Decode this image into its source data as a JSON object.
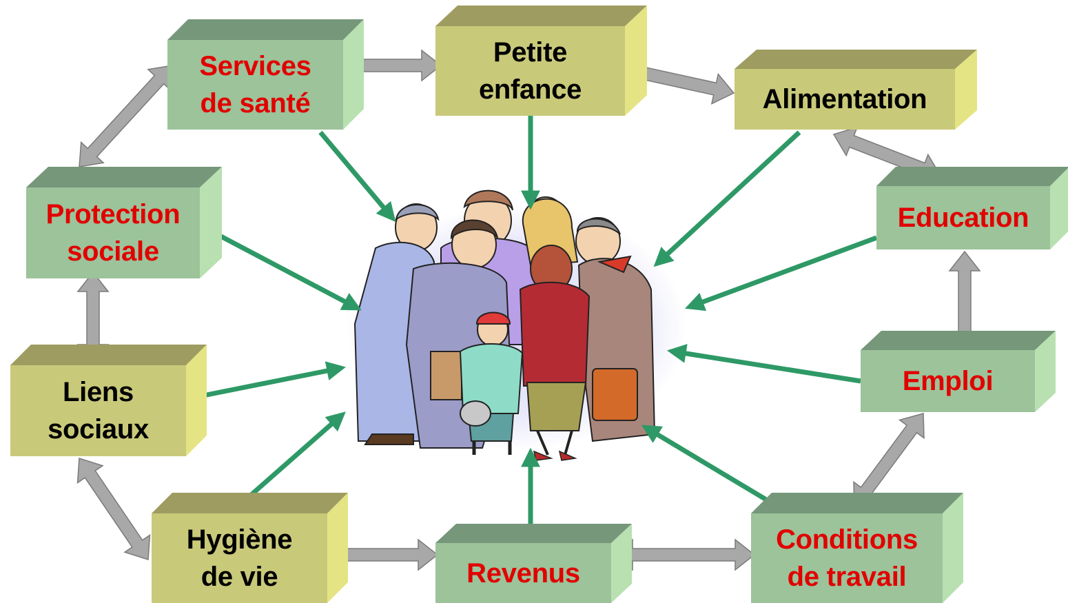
{
  "colors": {
    "olive_front": "#c9c97a",
    "olive_top": "#9e9c60",
    "olive_side": "#e5e484",
    "green_front": "#9cc39a",
    "green_top": "#76977a",
    "green_side": "#b8e0b0",
    "text_red": "#e10000",
    "text_black": "#000000",
    "influence_arrow": "#2e9966",
    "link_arrow": "#a8a8a8",
    "link_arrow_edge": "#7a7a7a"
  },
  "nodes": {
    "services_sante": {
      "lines": [
        "Services",
        "de santé"
      ],
      "text": "red",
      "theme": "green"
    },
    "petite_enfance": {
      "lines": [
        "Petite",
        "enfance"
      ],
      "text": "black",
      "theme": "olive"
    },
    "alimentation": {
      "lines": [
        "Alimentation"
      ],
      "text": "black",
      "theme": "olive"
    },
    "protection_sociale": {
      "lines": [
        "Protection",
        "sociale"
      ],
      "text": "red",
      "theme": "green"
    },
    "education": {
      "lines": [
        "Education"
      ],
      "text": "red",
      "theme": "green"
    },
    "liens_sociaux": {
      "lines": [
        "Liens",
        "sociaux"
      ],
      "text": "black",
      "theme": "olive"
    },
    "emploi": {
      "lines": [
        "Emploi"
      ],
      "text": "red",
      "theme": "green"
    },
    "hygiene_vie": {
      "lines": [
        "Hygiène",
        "de vie"
      ],
      "text": "black",
      "theme": "olive"
    },
    "revenus": {
      "lines": [
        "Revenus"
      ],
      "text": "red",
      "theme": "green"
    },
    "conditions_travail": {
      "lines": [
        "Conditions",
        "de travail"
      ],
      "text": "red",
      "theme": "green"
    }
  },
  "center_image": {
    "icon": "group-of-people-icon"
  }
}
